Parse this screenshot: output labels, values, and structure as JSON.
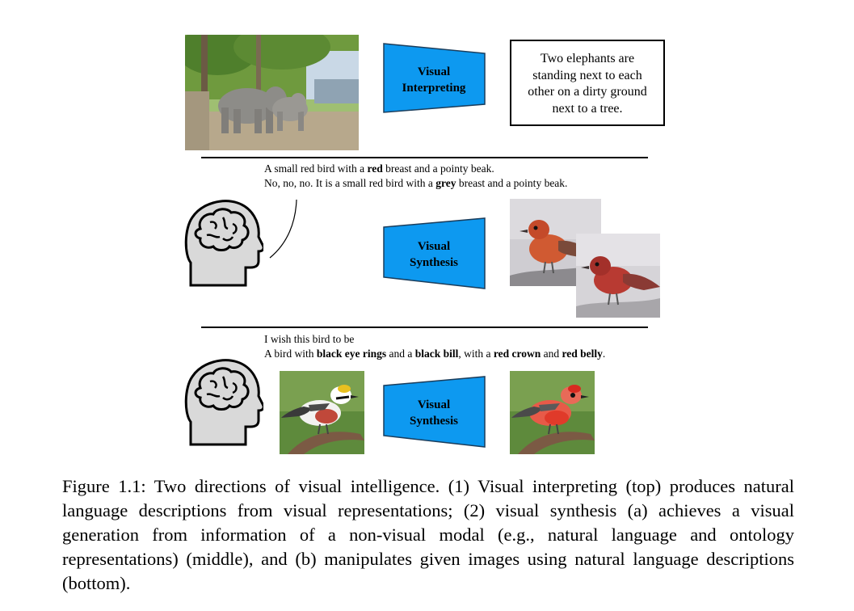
{
  "section_top": {
    "model_label_line1": "Visual",
    "model_label_line2": "Interpreting",
    "output_caption_lines": [
      "Two elephants are",
      "standing next to each",
      "other on a dirty ground",
      "next to a tree."
    ]
  },
  "section_middle": {
    "speech_line1": {
      "before": "A small red bird with a ",
      "bold": "red",
      "after": " breast and a pointy beak."
    },
    "speech_line2": {
      "before": "No, no, no. It is a small red bird with a ",
      "bold": "grey",
      "after": " breast and a pointy beak."
    },
    "model_label_line1": "Visual",
    "model_label_line2": "Synthesis"
  },
  "section_bottom": {
    "speech_line1": "I wish this bird to be",
    "speech_line2": {
      "p1": "A bird with ",
      "b1": "black eye rings",
      "p2": " and a ",
      "b2": "black bill",
      "p3": ", with a ",
      "b3": "red crown",
      "p4": " and ",
      "b4": "red belly",
      "p5": "."
    },
    "model_label_line1": "Visual",
    "model_label_line2": "Synthesis"
  },
  "caption": {
    "text": "Figure 1.1: Two directions of visual intelligence. (1) Visual interpreting (top) produces natural language descriptions from visual representations; (2) visual synthesis (a) achieves a visual generation from information of a non-visual modal (e.g., natural language and ontology representations) (middle), and (b) manipulates given images using natural language descriptions (bottom)."
  },
  "colors": {
    "model_fill": "#0d99f0",
    "model_stroke": "#1a3d5c",
    "head_fill": "#d9d9d9"
  },
  "icons": {
    "head": "human-head-with-brain-icon"
  }
}
